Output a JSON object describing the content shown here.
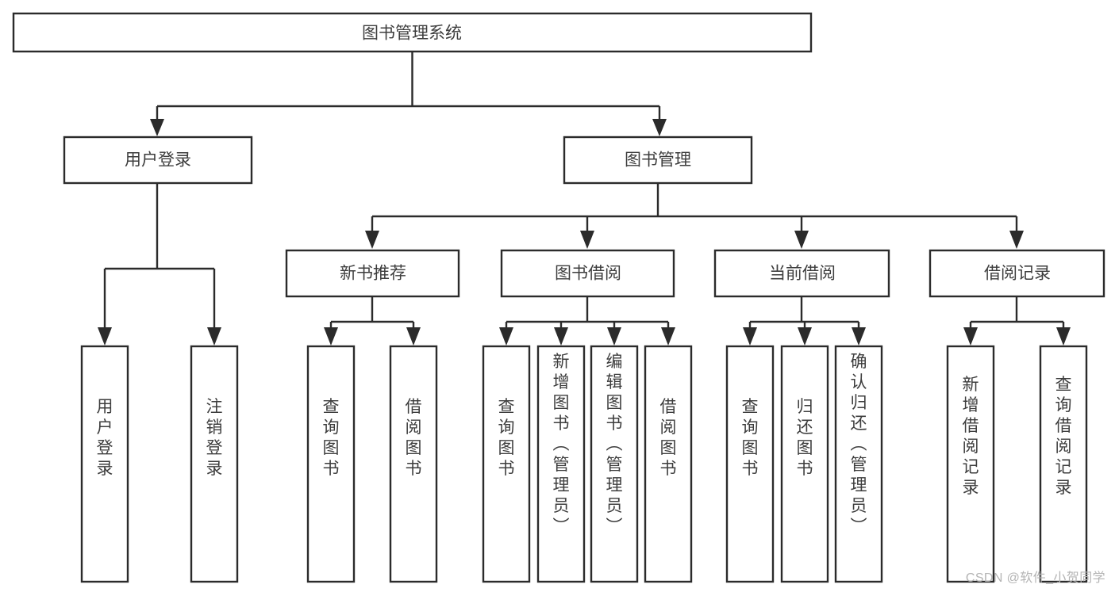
{
  "diagram": {
    "type": "tree",
    "title": "图书管理系统",
    "watermark": "CSDN @软件_小贺同学",
    "colors": {
      "stroke": "#2b2b2b",
      "box_fill": "#ffffff",
      "text": "#3d3d3d",
      "background": "#ffffff",
      "watermark": "#b4b4b4"
    },
    "nodes": {
      "root": {
        "label": "图书管理系统",
        "level": 1,
        "orientation": "horizontal"
      },
      "l2_1": {
        "label": "用户登录",
        "level": 2,
        "orientation": "horizontal"
      },
      "l2_2": {
        "label": "图书管理",
        "level": 2,
        "orientation": "horizontal"
      },
      "l3_1": {
        "label": "新书推荐",
        "level": 3,
        "orientation": "horizontal"
      },
      "l3_2": {
        "label": "图书借阅",
        "level": 3,
        "orientation": "horizontal"
      },
      "l3_3": {
        "label": "当前借阅",
        "level": 3,
        "orientation": "horizontal"
      },
      "l3_4": {
        "label": "借阅记录",
        "level": 3,
        "orientation": "horizontal"
      },
      "leaf_1": {
        "label": "用户登录",
        "level": 4,
        "orientation": "vertical"
      },
      "leaf_2": {
        "label": "注销登录",
        "level": 4,
        "orientation": "vertical"
      },
      "leaf_3": {
        "label": "查询图书",
        "level": 4,
        "orientation": "vertical"
      },
      "leaf_4": {
        "label": "借阅图书",
        "level": 4,
        "orientation": "vertical"
      },
      "leaf_5": {
        "label": "查询图书",
        "level": 4,
        "orientation": "vertical"
      },
      "leaf_6": {
        "label": "新增图书（管理员）",
        "level": 4,
        "orientation": "vertical"
      },
      "leaf_7": {
        "label": "编辑图书（管理员）",
        "level": 4,
        "orientation": "vertical"
      },
      "leaf_8": {
        "label": "借阅图书",
        "level": 4,
        "orientation": "vertical"
      },
      "leaf_9": {
        "label": "查询图书",
        "level": 4,
        "orientation": "vertical"
      },
      "leaf_10": {
        "label": "归还图书",
        "level": 4,
        "orientation": "vertical"
      },
      "leaf_11": {
        "label": "确认归还（管理员）",
        "level": 4,
        "orientation": "vertical"
      },
      "leaf_12": {
        "label": "新增借阅记录",
        "level": 4,
        "orientation": "vertical"
      },
      "leaf_13": {
        "label": "查询借阅记录",
        "level": 4,
        "orientation": "vertical"
      }
    },
    "edges": [
      {
        "from": "root",
        "to": "l2_1"
      },
      {
        "from": "root",
        "to": "l2_2"
      },
      {
        "from": "l2_2",
        "to": "l3_1"
      },
      {
        "from": "l2_2",
        "to": "l3_2"
      },
      {
        "from": "l2_2",
        "to": "l3_3"
      },
      {
        "from": "l2_2",
        "to": "l3_4"
      },
      {
        "from": "l2_1",
        "to": "leaf_1"
      },
      {
        "from": "l2_1",
        "to": "leaf_2"
      },
      {
        "from": "l3_1",
        "to": "leaf_3"
      },
      {
        "from": "l3_1",
        "to": "leaf_4"
      },
      {
        "from": "l3_2",
        "to": "leaf_5"
      },
      {
        "from": "l3_2",
        "to": "leaf_6"
      },
      {
        "from": "l3_2",
        "to": "leaf_7"
      },
      {
        "from": "l3_2",
        "to": "leaf_8"
      },
      {
        "from": "l3_3",
        "to": "leaf_9"
      },
      {
        "from": "l3_3",
        "to": "leaf_10"
      },
      {
        "from": "l3_3",
        "to": "leaf_11"
      },
      {
        "from": "l3_4",
        "to": "leaf_12"
      },
      {
        "from": "l3_4",
        "to": "leaf_13"
      }
    ]
  }
}
